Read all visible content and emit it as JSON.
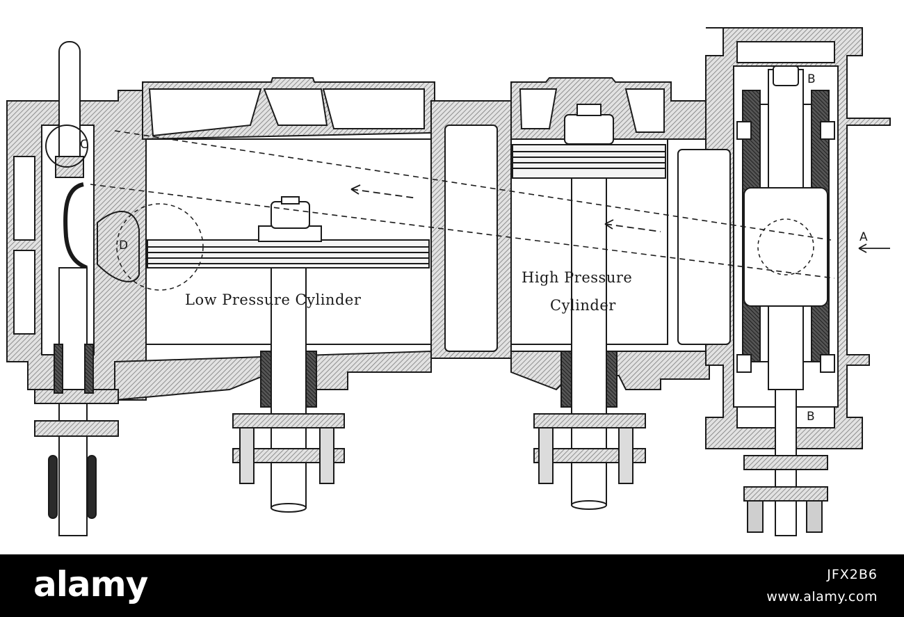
{
  "diagram": {
    "labels": {
      "low_pressure": "Low Pressure Cylinder",
      "high_pressure_line1": "High Pressure",
      "high_pressure_line2": "Cylinder",
      "c": "C",
      "d": "D",
      "a": "A",
      "b_top": "B",
      "b_bottom": "B"
    },
    "colors": {
      "ink": "#1a1a1a",
      "hatch": "#8a8a8a",
      "paper": "#ffffff"
    }
  },
  "banner": {
    "brand": "alamy",
    "image_id": "JFX2B6",
    "url": "www.alamy.com",
    "background": "#000000",
    "text_color": "#ffffff"
  }
}
